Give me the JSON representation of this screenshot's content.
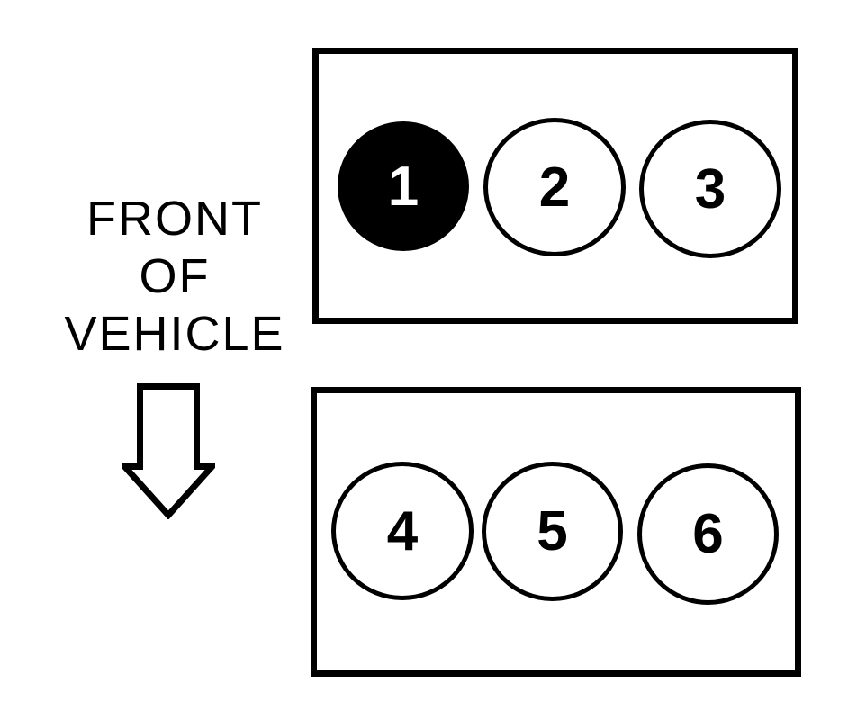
{
  "diagram": {
    "background_color": "#ffffff",
    "line_color": "#000000",
    "filled_cylinder_color": "#000000",
    "filled_cylinder_text_color": "#ffffff"
  },
  "front_label": {
    "lines": [
      "FRONT",
      "OF",
      "VEHICLE"
    ]
  },
  "arrow": {
    "icon": "down-arrow-icon",
    "direction": "down"
  },
  "banks": [
    {
      "position": "top",
      "cylinders": [
        {
          "number": "1",
          "filled": true
        },
        {
          "number": "2",
          "filled": false
        },
        {
          "number": "3",
          "filled": false
        }
      ]
    },
    {
      "position": "bottom",
      "cylinders": [
        {
          "number": "4",
          "filled": false
        },
        {
          "number": "5",
          "filled": false
        },
        {
          "number": "6",
          "filled": false
        }
      ]
    }
  ]
}
